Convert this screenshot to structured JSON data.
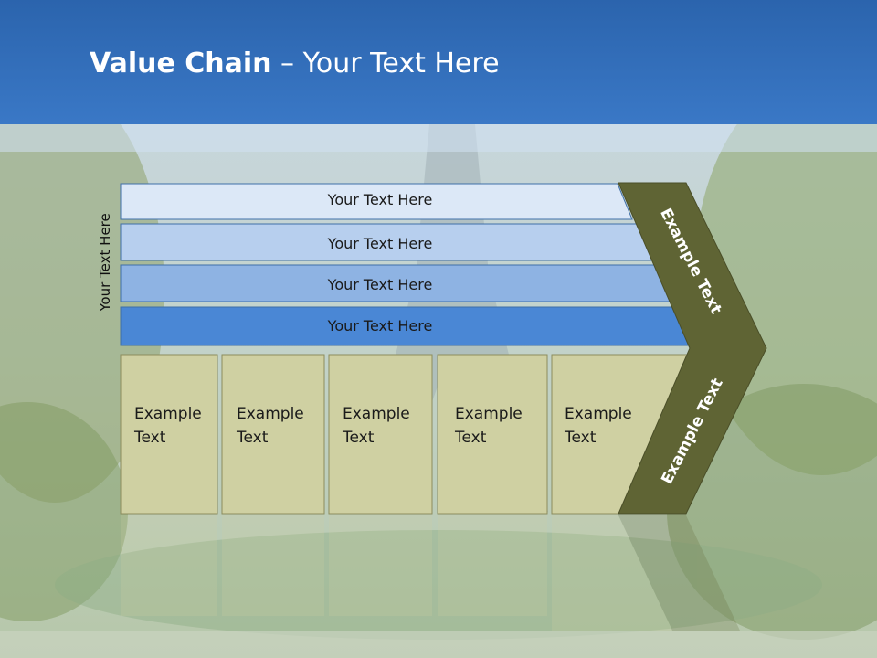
{
  "slide": {
    "title_bold": "Value Chain",
    "title_rest": " – Your Text Here",
    "side_label": "Your Text Here",
    "rows": [
      {
        "label": "Your Text Here",
        "color": "#dce8f7"
      },
      {
        "label": "Your Text Here",
        "color": "#b7cfee"
      },
      {
        "label": "Your Text Here",
        "color": "#8eb3e3"
      },
      {
        "label": "Your Text Here",
        "color": "#4a87d5"
      }
    ],
    "boxes": [
      {
        "line1": "Example",
        "line2": "Text"
      },
      {
        "line1": "Example",
        "line2": "Text"
      },
      {
        "line1": "Example",
        "line2": "Text"
      },
      {
        "line1": "Example",
        "line2": "Text"
      },
      {
        "line1": "Example",
        "line2": "Text"
      }
    ],
    "chevron_top_label": "Example Text",
    "chevron_bottom_label": "Example Text",
    "colors": {
      "title_bar": "#2f6cb8",
      "box_fill": "#cfd0a2",
      "chevron_fill": "#5f6434"
    }
  }
}
